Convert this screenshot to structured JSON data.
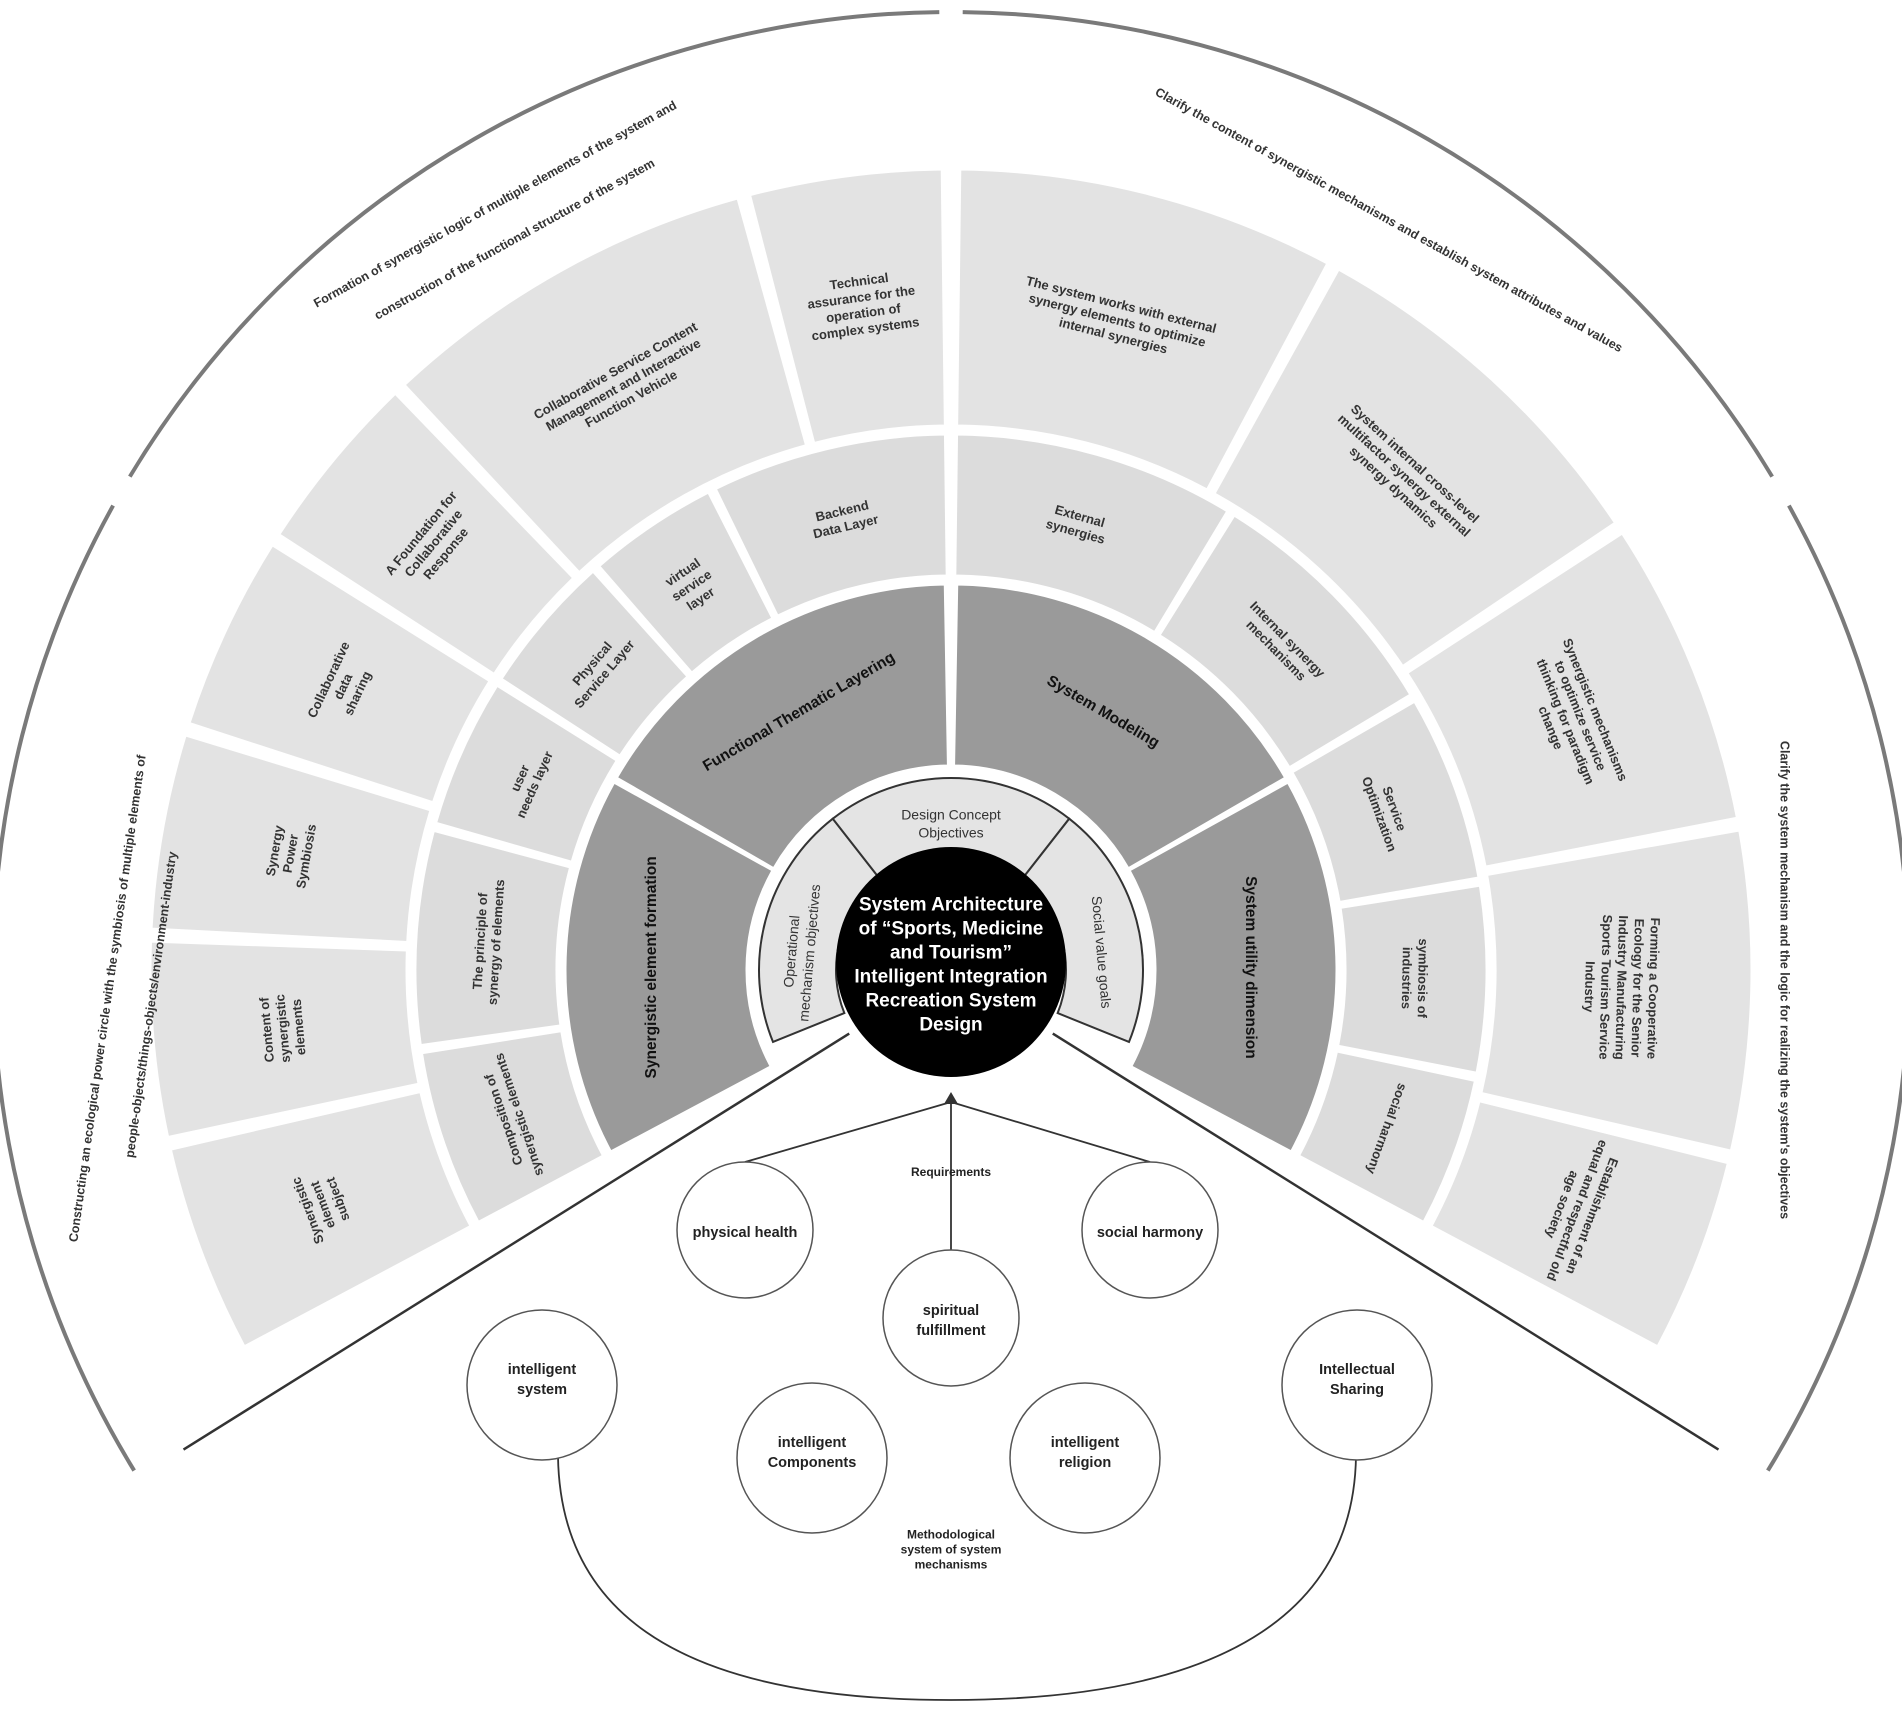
{
  "center": {
    "lines": [
      "System Architecture",
      "of “Sports, Medicine",
      "and Tourism”",
      "Intelligent Integration",
      "Recreation System",
      "Design"
    ]
  },
  "inner_ring": [
    {
      "lines": [
        "Operational",
        "mechanism objectives"
      ]
    },
    {
      "lines": [
        "Design Concept",
        "Objectives"
      ]
    },
    {
      "lines": [
        "Social value goals"
      ]
    }
  ],
  "dimensions": [
    {
      "label": "Synergistic element formation"
    },
    {
      "label": "Functional Thematic Layering"
    },
    {
      "label": "System Modeling"
    },
    {
      "label": "System utility dimension"
    }
  ],
  "middle_ring": [
    {
      "lines": [
        "Composition of",
        "synergistic elements"
      ]
    },
    {
      "lines": [
        "The principle of",
        "synergy of elements"
      ]
    },
    {
      "lines": [
        "user",
        "needs layer"
      ]
    },
    {
      "lines": [
        "Physical",
        "Service Layer"
      ]
    },
    {
      "lines": [
        "virtual",
        "service",
        "layer"
      ]
    },
    {
      "lines": [
        "Backend",
        "Data Layer"
      ]
    },
    {
      "lines": [
        "External",
        "synergies"
      ]
    },
    {
      "lines": [
        "Internal synergy",
        "mechanisms"
      ]
    },
    {
      "lines": [
        "Service",
        "Optimization"
      ]
    },
    {
      "lines": [
        "symbiosis of",
        "industries"
      ]
    },
    {
      "lines": [
        "social harmony"
      ]
    }
  ],
  "outer_ring": [
    {
      "lines": [
        "Synergistic",
        "element",
        "subject"
      ]
    },
    {
      "lines": [
        "Content of",
        "synergistic",
        "elements"
      ]
    },
    {
      "lines": [
        "Synergy",
        "Power",
        "Symbiosis"
      ]
    },
    {
      "lines": [
        "Collaborative",
        "data",
        "sharing"
      ]
    },
    {
      "lines": [
        "A Foundation for",
        "Collaborative",
        "Response"
      ]
    },
    {
      "lines": [
        "Collaborative Service Content",
        "Management and Interactive",
        "Function Vehicle"
      ]
    },
    {
      "lines": [
        "Technical",
        "assurance for the",
        "operation of",
        "complex systems"
      ]
    },
    {
      "lines": [
        "The system works with external",
        "synergy elements to optimize",
        "internal synergies"
      ]
    },
    {
      "lines": [
        "System internal cross-level",
        "multifactor synergy external",
        "synergy dynamics"
      ]
    },
    {
      "lines": [
        "Synergistic mechanisms",
        "to optimize service",
        "thinking for paradigm",
        "change"
      ]
    },
    {
      "lines": [
        "Forming a Cooperative",
        "Ecology for the Senior",
        "Industry Manufacturing",
        "Sports Tourism Service",
        "Industry"
      ]
    },
    {
      "lines": [
        "Establishment of an",
        "equal and respectful old",
        "age society"
      ]
    }
  ],
  "outer_notes": [
    {
      "lines": [
        "Constructing an ecological power circle with the symbiosis of multiple elements of",
        "people-objects/things-objects/environment-industry"
      ]
    },
    {
      "lines": [
        "Formation of synergistic logic of multiple elements of the system and",
        "construction of the functional structure of the system"
      ]
    },
    {
      "lines": [
        "Clarify the content of synergistic mechanisms and establish system attributes and values"
      ]
    },
    {
      "lines": [
        "Clarify the system mechanism and the logic for realizing the system's objectives"
      ]
    }
  ],
  "requirements": {
    "label": "Requirements",
    "items": [
      {
        "lines": [
          "physical health"
        ]
      },
      {
        "lines": [
          "spiritual",
          "fulfillment"
        ]
      },
      {
        "lines": [
          "social harmony"
        ]
      }
    ]
  },
  "methodology": {
    "label_lines": [
      "Methodological",
      "system of system",
      "mechanisms"
    ],
    "items": [
      {
        "lines": [
          "intelligent",
          "system"
        ]
      },
      {
        "lines": [
          "intelligent",
          "Components"
        ]
      },
      {
        "lines": [
          "intelligent",
          "religion"
        ]
      },
      {
        "lines": [
          "Intellectual",
          "Sharing"
        ]
      }
    ]
  },
  "colors": {
    "dimension_fill": "#9a9a9a",
    "middle_fill": "#dcdcdc",
    "outer_fill": "#e3e3e3",
    "inner_fill": "#e4e4e4",
    "center_fill": "#000000",
    "arc_stroke": "#7a7a7a",
    "line_stroke": "#333333"
  }
}
